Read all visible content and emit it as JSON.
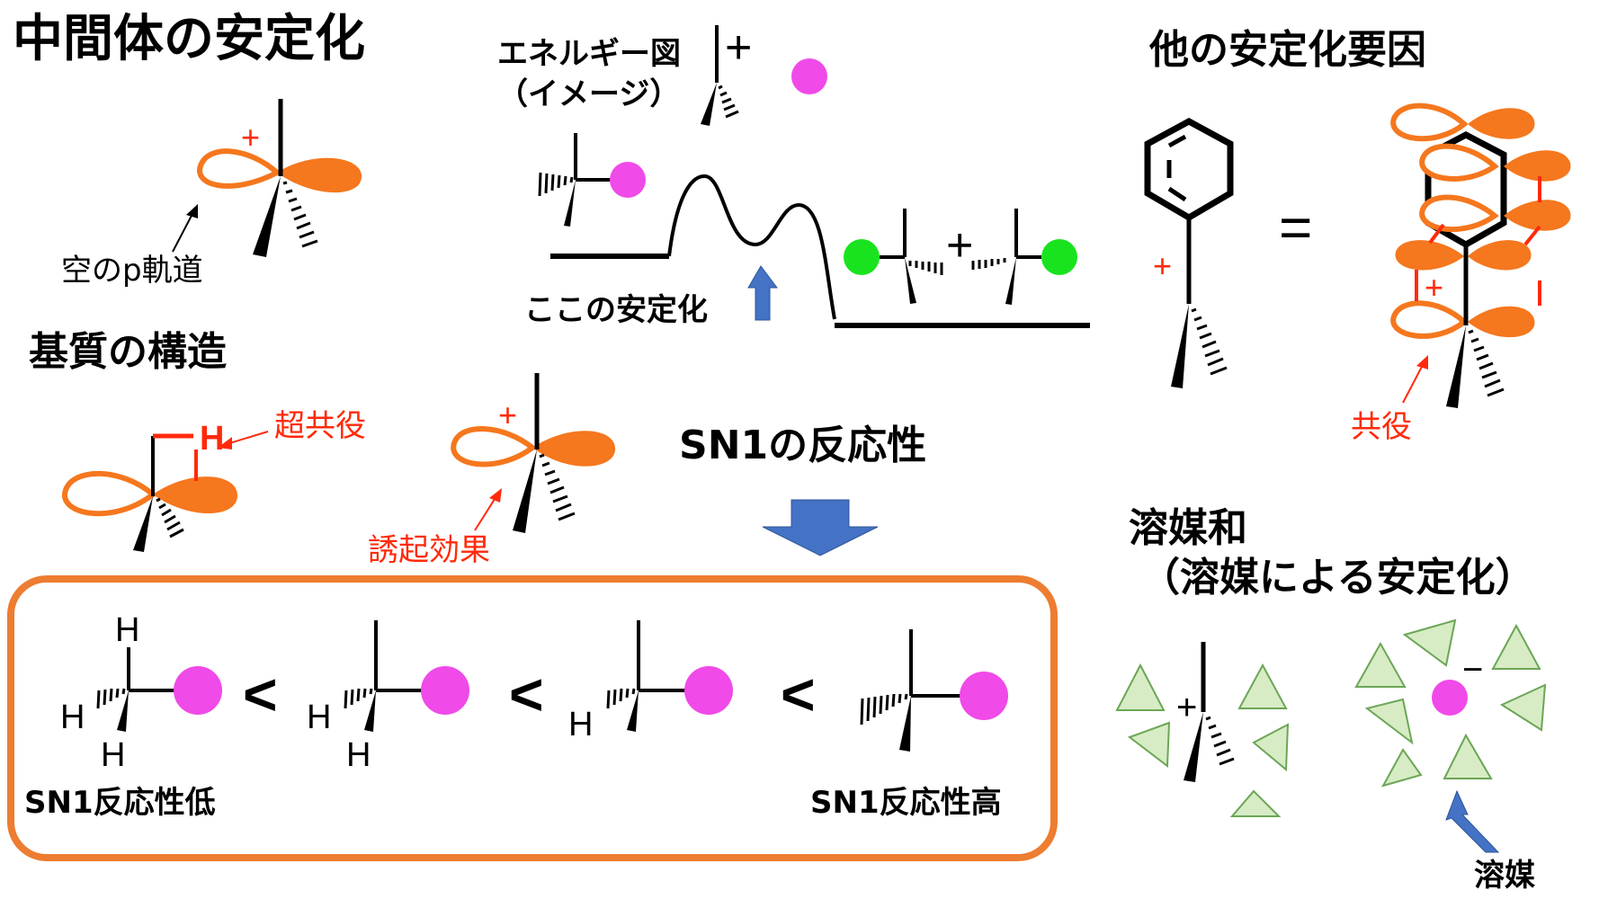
{
  "colors": {
    "orbital": "#f5771e",
    "leaving_group": "#f04ae8",
    "halogen": "#19e31e",
    "red_label": "#ff2a0a",
    "blue_arrow": "#4472c4",
    "box_border": "#ed7d31",
    "solvent_fill": "#d7ecc5",
    "solvent_stroke": "#6ca656"
  },
  "titles": {
    "main": "中間体の安定化",
    "energy_line1": "エネルギー図",
    "energy_line2": "（イメージ）",
    "other": "他の安定化要因",
    "substrate": "基質の構造",
    "solvation_line1": "溶媒和",
    "solvation_line2": "（溶媒による安定化）",
    "sn1_reactivity": "SN1の反応性"
  },
  "labels": {
    "empty_p_orbital": "空のp軌道",
    "stabilize_here": "ここの安定化",
    "hyperconjugation": "超共役",
    "induction": "誘起効果",
    "conjugation": "共役",
    "solvent": "溶媒",
    "sn1_low": "SN1反応性低",
    "sn1_high": "SN1反応性高"
  },
  "symbols": {
    "plus": "+",
    "minus": "−",
    "equals": "=",
    "less_than": "<",
    "hydrogen": "H"
  },
  "icons": {
    "reactivity_arrow": "down-arrow-icon",
    "stabilize_arrow": "up-arrow-icon",
    "solvent_arrow": "up-arrow-icon"
  }
}
